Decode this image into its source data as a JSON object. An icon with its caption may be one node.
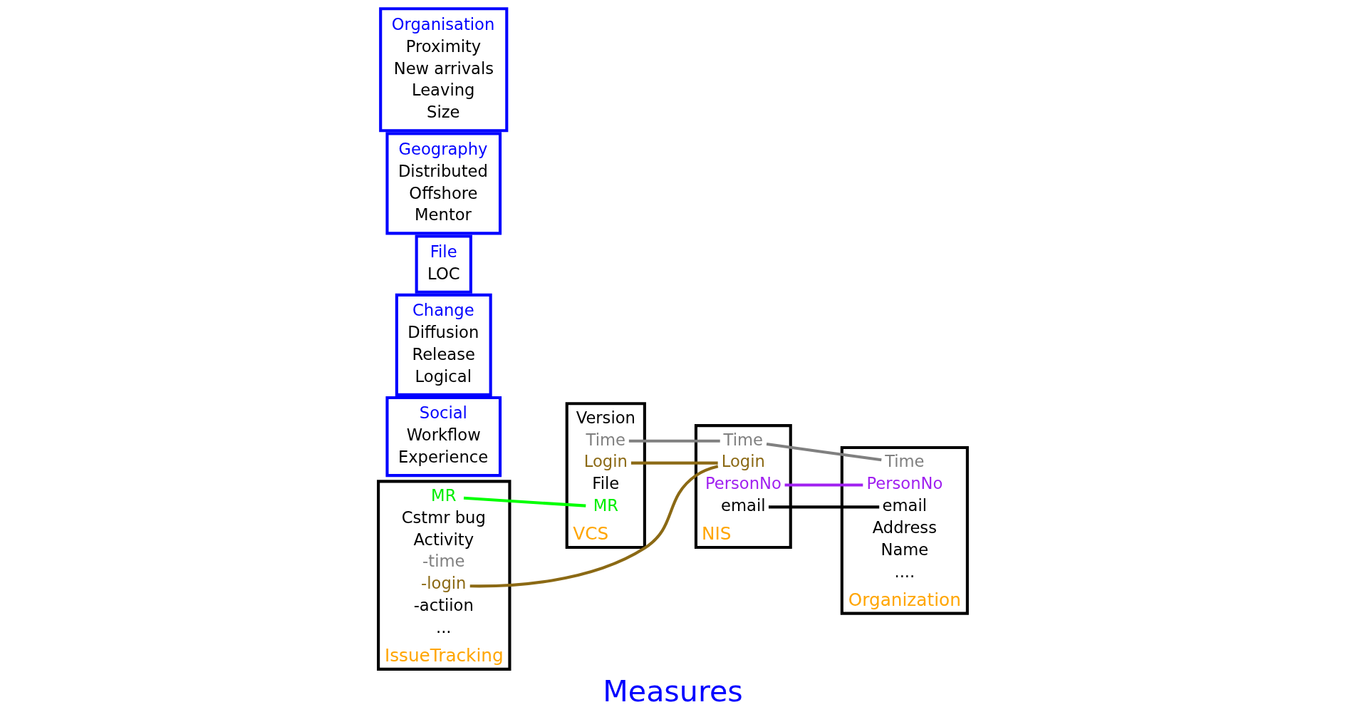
{
  "diagram": {
    "caption": "Measures",
    "nodes": [
      {
        "text": [
          "IssueTracking"
        ]
      },
      {
        "text": [
          "MR"
        ],
        "in": 0
      },
      {
        "text": [
          "Cstmr bug"
        ],
        "in": 0
      },
      {
        "text": [
          "Activity"
        ],
        "in": 0
      },
      {
        "text": [
          "-time"
        ],
        "in": 0
      },
      {
        "text": [
          "-login"
        ],
        "in": 0
      },
      {
        "text": [
          "-actiion"
        ],
        "in": 0
      },
      {
        "text": [
          "..."
        ],
        "in": 0
      },
      {
        "text": [
          "VCS"
        ]
      },
      {
        "text": [
          "Version"
        ],
        "in": 8
      },
      {
        "text": [
          "Time"
        ],
        "in": 8
      },
      {
        "text": [
          "Login"
        ],
        "in": 8
      },
      {
        "text": [
          "File"
        ],
        "in": 8
      },
      {
        "text": [
          "MR"
        ],
        "in": 8
      },
      {
        "text": [
          "NIS"
        ]
      },
      {
        "text": [
          "Time"
        ],
        "in": 14
      },
      {
        "text": [
          "Login"
        ],
        "in": 14
      },
      {
        "text": [
          "PersonNo"
        ],
        "in": 14
      },
      {
        "text": [
          "email"
        ],
        "in": 14
      },
      {
        "text": [
          "Organization"
        ]
      },
      {
        "text": [
          "Time"
        ],
        "in": 19
      },
      {
        "text": [
          "PersonNo"
        ],
        "in": 19
      },
      {
        "text": [
          "email"
        ],
        "in": 19
      },
      {
        "text": [
          "Address"
        ],
        "in": 19
      },
      {
        "text": [
          "Name"
        ],
        "in": 19
      },
      {
        "text": [
          "...."
        ],
        "in": 19
      },
      {
        "text": [
          "Social",
          "Workflow",
          "Experience"
        ]
      },
      {
        "text": [
          "Change",
          "Diffusion",
          "Release",
          "Logical"
        ]
      },
      {
        "text": [
          "File",
          "LOC"
        ]
      },
      {
        "text": [
          "Geography",
          "Distributed",
          "Offshore",
          "Mentor"
        ]
      },
      {
        "text": [
          "Organisation",
          "Proximity",
          "New arrivals",
          "Leaving",
          "Size"
        ]
      }
    ],
    "edges": [
      {
        "from": 1,
        "to": 13,
        "arrow": "none",
        "color": "#00ff00"
      },
      {
        "from": 5,
        "to": 16,
        "arrow": "none",
        "color": "#8b6914"
      },
      {
        "from": 11,
        "to": 16,
        "arrow": "none",
        "color": "#8b6914"
      },
      {
        "from": 10,
        "to": 15,
        "arrow": "none",
        "color": "#808080"
      },
      {
        "from": 15,
        "to": 20,
        "arrow": "none",
        "color": "#808080"
      },
      {
        "from": 17,
        "to": 21,
        "arrow": "none",
        "color": "#a020f0"
      },
      {
        "from": 18,
        "to": 22,
        "arrow": "none",
        "color": "#000000"
      }
    ]
  }
}
